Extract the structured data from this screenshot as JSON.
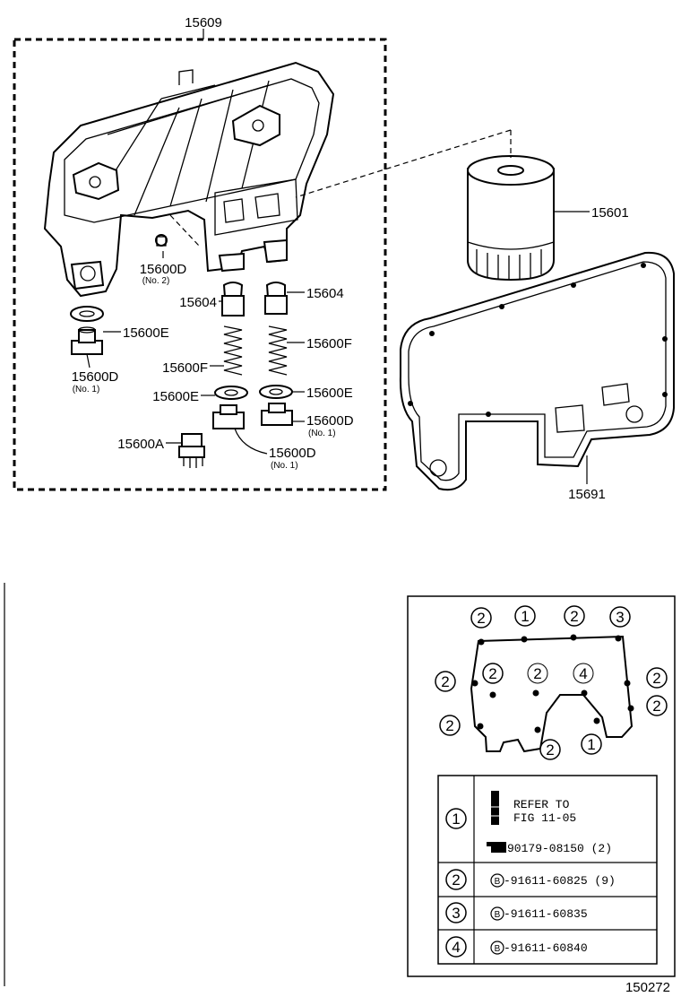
{
  "assembly": {
    "part_no": "15609"
  },
  "labels": {
    "filter": "15601",
    "gasket": "15691",
    "valve_left": "15604",
    "valve_right": "15604",
    "spring_left": "15600F",
    "spring_right": "15600F",
    "washer_top": "15600E",
    "washer_left": "15600E",
    "washer_right": "15600E",
    "plug_no2": "15600D",
    "plug_no2_sub": "(No. 2)",
    "plug_left_no1": "15600D",
    "plug_left_no1_sub": "(No. 1)",
    "plug_right_no1": "15600D",
    "plug_right_no1_sub": "(No. 1)",
    "plug_center_no1": "15600D",
    "plug_center_no1_sub": "(No. 1)",
    "plug_a": "15600A"
  },
  "bolt_diagram": {
    "top_markers": [
      "2",
      "1",
      "2",
      "3"
    ],
    "inner_markers": [
      "2",
      "2",
      "4"
    ],
    "left_markers": [
      "2",
      "2"
    ],
    "right_markers": [
      "2",
      "2"
    ],
    "bottom_markers": [
      "2",
      "1"
    ]
  },
  "legend": {
    "rows": [
      {
        "key": "1",
        "line1": "REFER TO",
        "line2": "FIG 11-05",
        "part": "90179-08150 (2)"
      },
      {
        "key": "2",
        "prefix": "B",
        "part": "-91611-60825 (9)"
      },
      {
        "key": "3",
        "prefix": "B",
        "part": "-91611-60835"
      },
      {
        "key": "4",
        "prefix": "B",
        "part": "-91611-60840"
      }
    ]
  },
  "footer": {
    "figure_code": "150272"
  }
}
